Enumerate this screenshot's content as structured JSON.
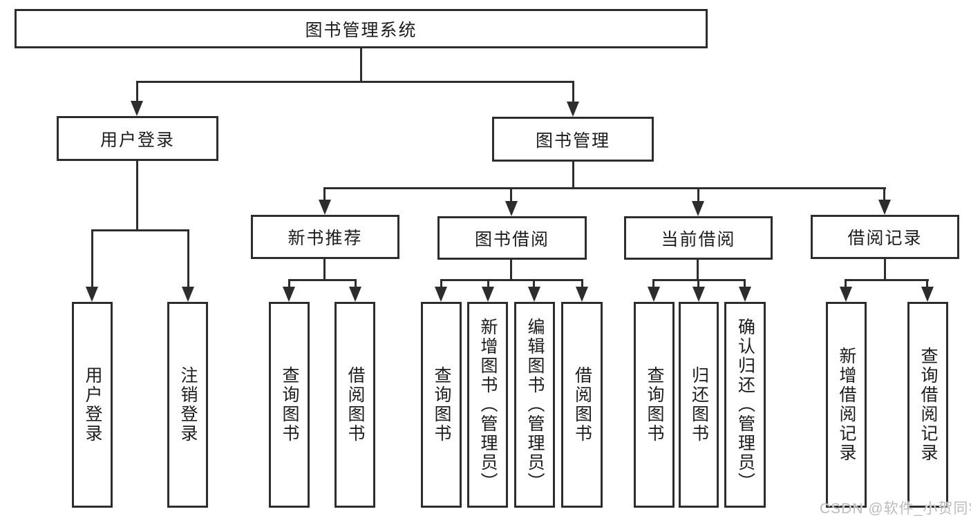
{
  "diagram": {
    "title": "图书管理系统",
    "root": {
      "label": "图书管理系统"
    },
    "level2": [
      {
        "label": "用户登录"
      },
      {
        "label": "图书管理"
      }
    ],
    "level3": [
      {
        "label": "新书推荐"
      },
      {
        "label": "图书借阅"
      },
      {
        "label": "当前借阅"
      },
      {
        "label": "借阅记录"
      }
    ],
    "leaves": {
      "user_login": [
        "用户登录",
        "注销登录"
      ],
      "new_book_rec": [
        "查询图书",
        "借阅图书"
      ],
      "book_borrow": [
        "查询图书",
        "新增图书（管理员）",
        "编辑图书（管理员）",
        "借阅图书"
      ],
      "current_borrow": [
        "查询图书",
        "归还图书",
        "确认归还（管理员）"
      ],
      "borrow_record": [
        "新增借阅记录",
        "查询借阅记录"
      ]
    }
  },
  "watermark": "CSDN @软件_小贺同学",
  "colors": {
    "line": "#2d2d2d",
    "text": "#1c1c1c",
    "watermark": "#bcbcbc"
  }
}
